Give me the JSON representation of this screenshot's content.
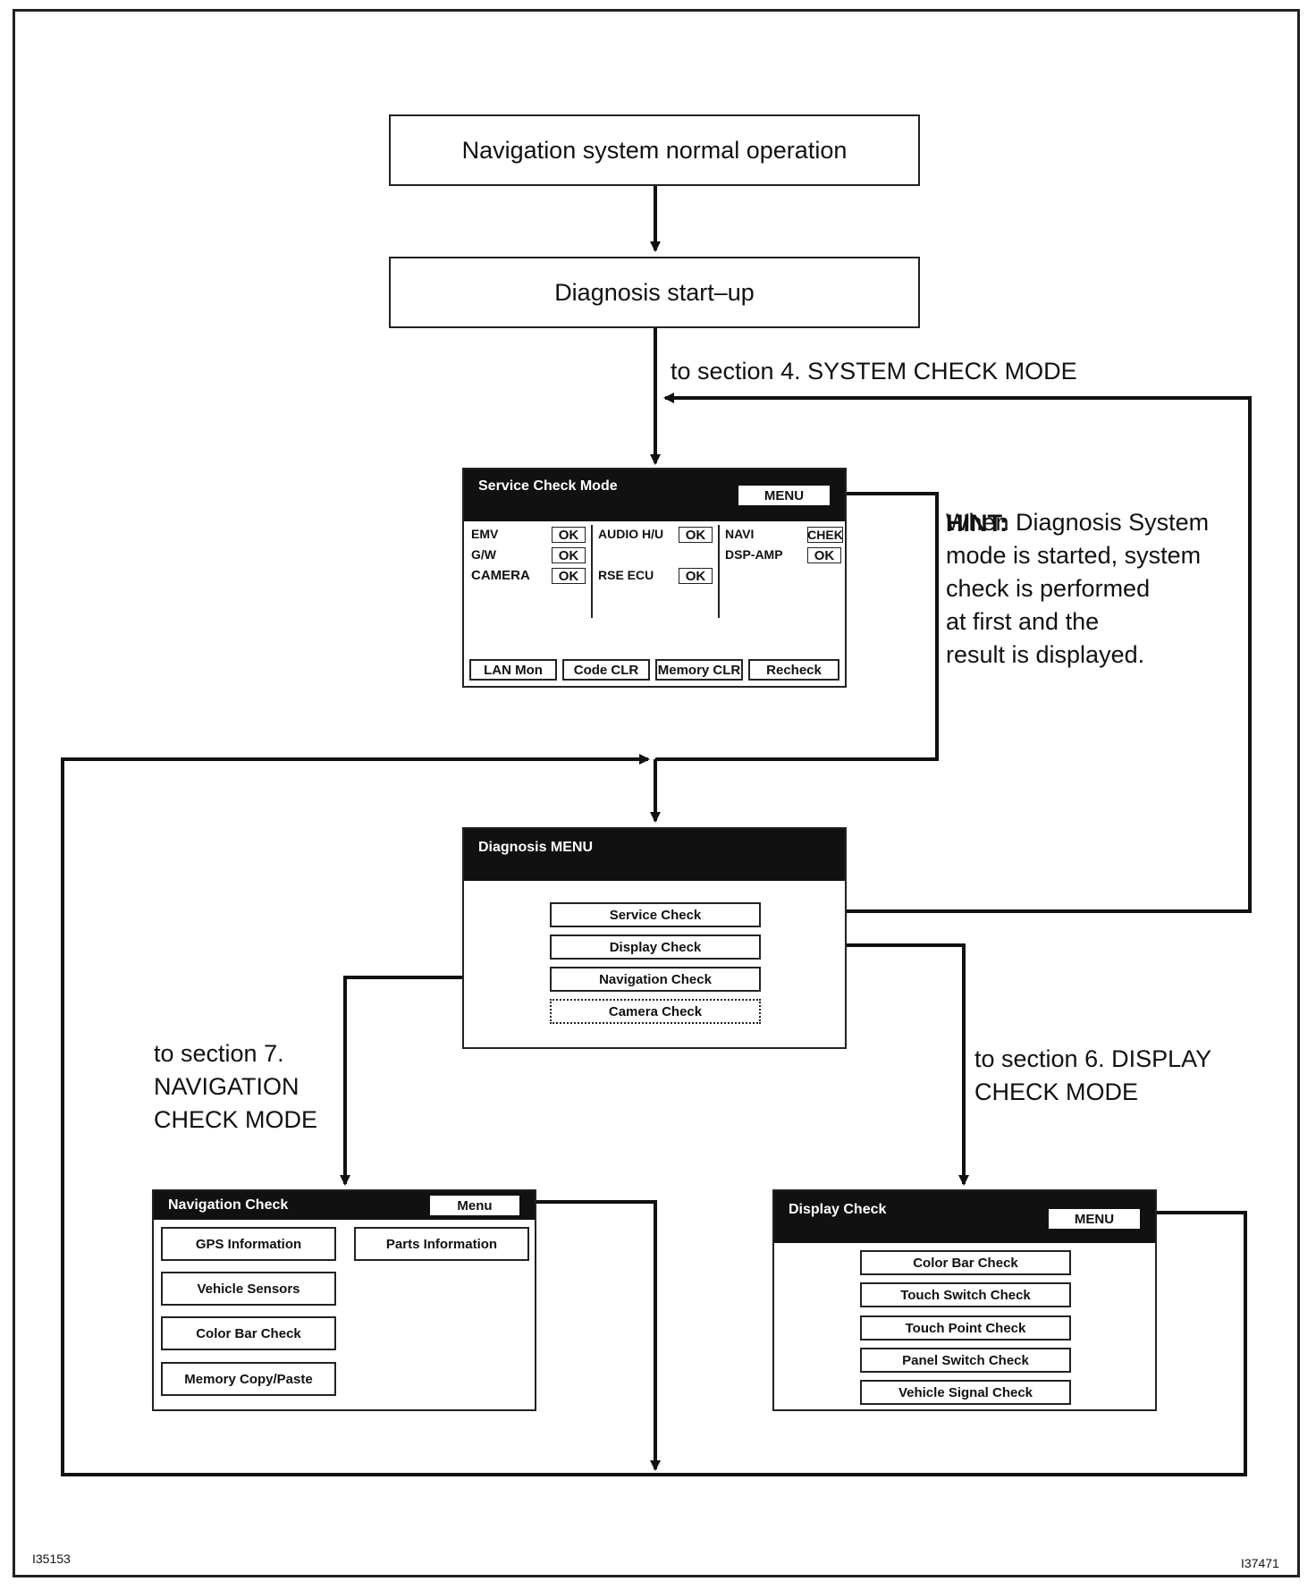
{
  "flow": {
    "start_box": "Navigation system normal operation",
    "diag_box": "Diagnosis start–up",
    "to_system": "to section 4. SYSTEM CHECK MODE",
    "to_navigation": "to section 7.\nNAVIGATION\nCHECK MODE",
    "to_display": "to section 6. DISPLAY\nCHECK MODE"
  },
  "hint": {
    "title": "HINT:",
    "body": "When Diagnosis System\nmode is started, system\ncheck is performed\nat first and the\nresult is displayed."
  },
  "service_screen": {
    "title": "Service Check Mode",
    "menu": "MENU",
    "col1": [
      {
        "name": "EMV",
        "status": "OK"
      },
      {
        "name": "G/W",
        "status": "OK"
      },
      {
        "name": "CAMERA",
        "status": "OK"
      }
    ],
    "col2": [
      {
        "name": "AUDIO H/U",
        "status": "OK"
      },
      {
        "name": "RSE ECU",
        "status": "OK"
      }
    ],
    "col3": [
      {
        "name": "NAVI",
        "status": "CHEK"
      },
      {
        "name": "DSP-AMP",
        "status": "OK"
      }
    ],
    "buttons": [
      "LAN Mon",
      "Code CLR",
      "Memory CLR",
      "Recheck"
    ]
  },
  "diag_menu": {
    "title": "Diagnosis MENU",
    "items": [
      "Service Check",
      "Display Check",
      "Navigation Check",
      "Camera Check"
    ]
  },
  "nav_screen": {
    "title": "Navigation Check",
    "menu": "Menu",
    "buttons": [
      "GPS Information",
      "Vehicle Sensors",
      "Color Bar Check",
      "Memory Copy/Paste",
      "Parts Information"
    ]
  },
  "display_screen": {
    "title": "Display Check",
    "menu": "MENU",
    "buttons": [
      "Color Bar Check",
      "Touch Switch Check",
      "Touch Point Check",
      "Panel Switch Check",
      "Vehicle Signal Check"
    ]
  },
  "figure_ids": {
    "left": "I35153",
    "right": "I37471"
  }
}
